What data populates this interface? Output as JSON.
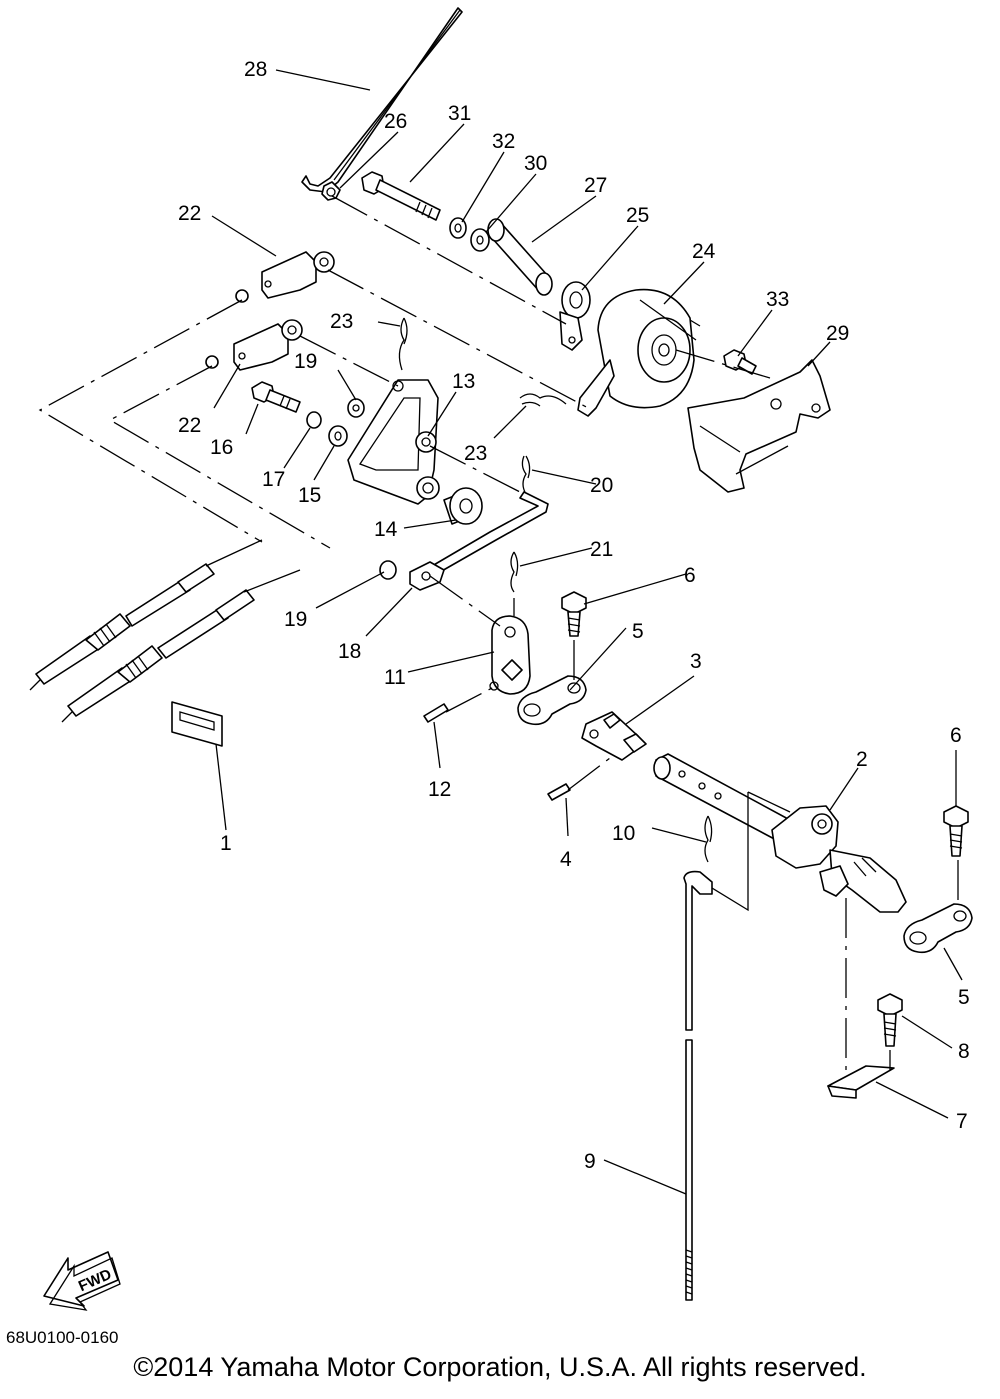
{
  "parts": [
    {
      "id": "28",
      "label": "28"
    },
    {
      "id": "26",
      "label": "26"
    },
    {
      "id": "31",
      "label": "31"
    },
    {
      "id": "32",
      "label": "32"
    },
    {
      "id": "30",
      "label": "30"
    },
    {
      "id": "27",
      "label": "27"
    },
    {
      "id": "25",
      "label": "25"
    },
    {
      "id": "24",
      "label": "24"
    },
    {
      "id": "22a",
      "label": "22"
    },
    {
      "id": "33",
      "label": "33"
    },
    {
      "id": "29",
      "label": "29"
    },
    {
      "id": "23a",
      "label": "23"
    },
    {
      "id": "19a",
      "label": "19"
    },
    {
      "id": "13",
      "label": "13"
    },
    {
      "id": "22b",
      "label": "22"
    },
    {
      "id": "16",
      "label": "16"
    },
    {
      "id": "23b",
      "label": "23"
    },
    {
      "id": "17",
      "label": "17"
    },
    {
      "id": "15",
      "label": "15"
    },
    {
      "id": "20",
      "label": "20"
    },
    {
      "id": "14",
      "label": "14"
    },
    {
      "id": "21",
      "label": "21"
    },
    {
      "id": "6a",
      "label": "6"
    },
    {
      "id": "19b",
      "label": "19"
    },
    {
      "id": "18",
      "label": "18"
    },
    {
      "id": "5a",
      "label": "5"
    },
    {
      "id": "11",
      "label": "11"
    },
    {
      "id": "3",
      "label": "3"
    },
    {
      "id": "12",
      "label": "12"
    },
    {
      "id": "1",
      "label": "1"
    },
    {
      "id": "2",
      "label": "2"
    },
    {
      "id": "6b",
      "label": "6"
    },
    {
      "id": "10",
      "label": "10"
    },
    {
      "id": "4",
      "label": "4"
    },
    {
      "id": "5b",
      "label": "5"
    },
    {
      "id": "8",
      "label": "8"
    },
    {
      "id": "7",
      "label": "7"
    },
    {
      "id": "9",
      "label": "9"
    }
  ],
  "fwd_arrow": {
    "text": "FWD"
  },
  "diagram_code": "68U0100-0160",
  "copyright": "©2014 Yamaha Motor Corporation, U.S.A. All rights reserved."
}
